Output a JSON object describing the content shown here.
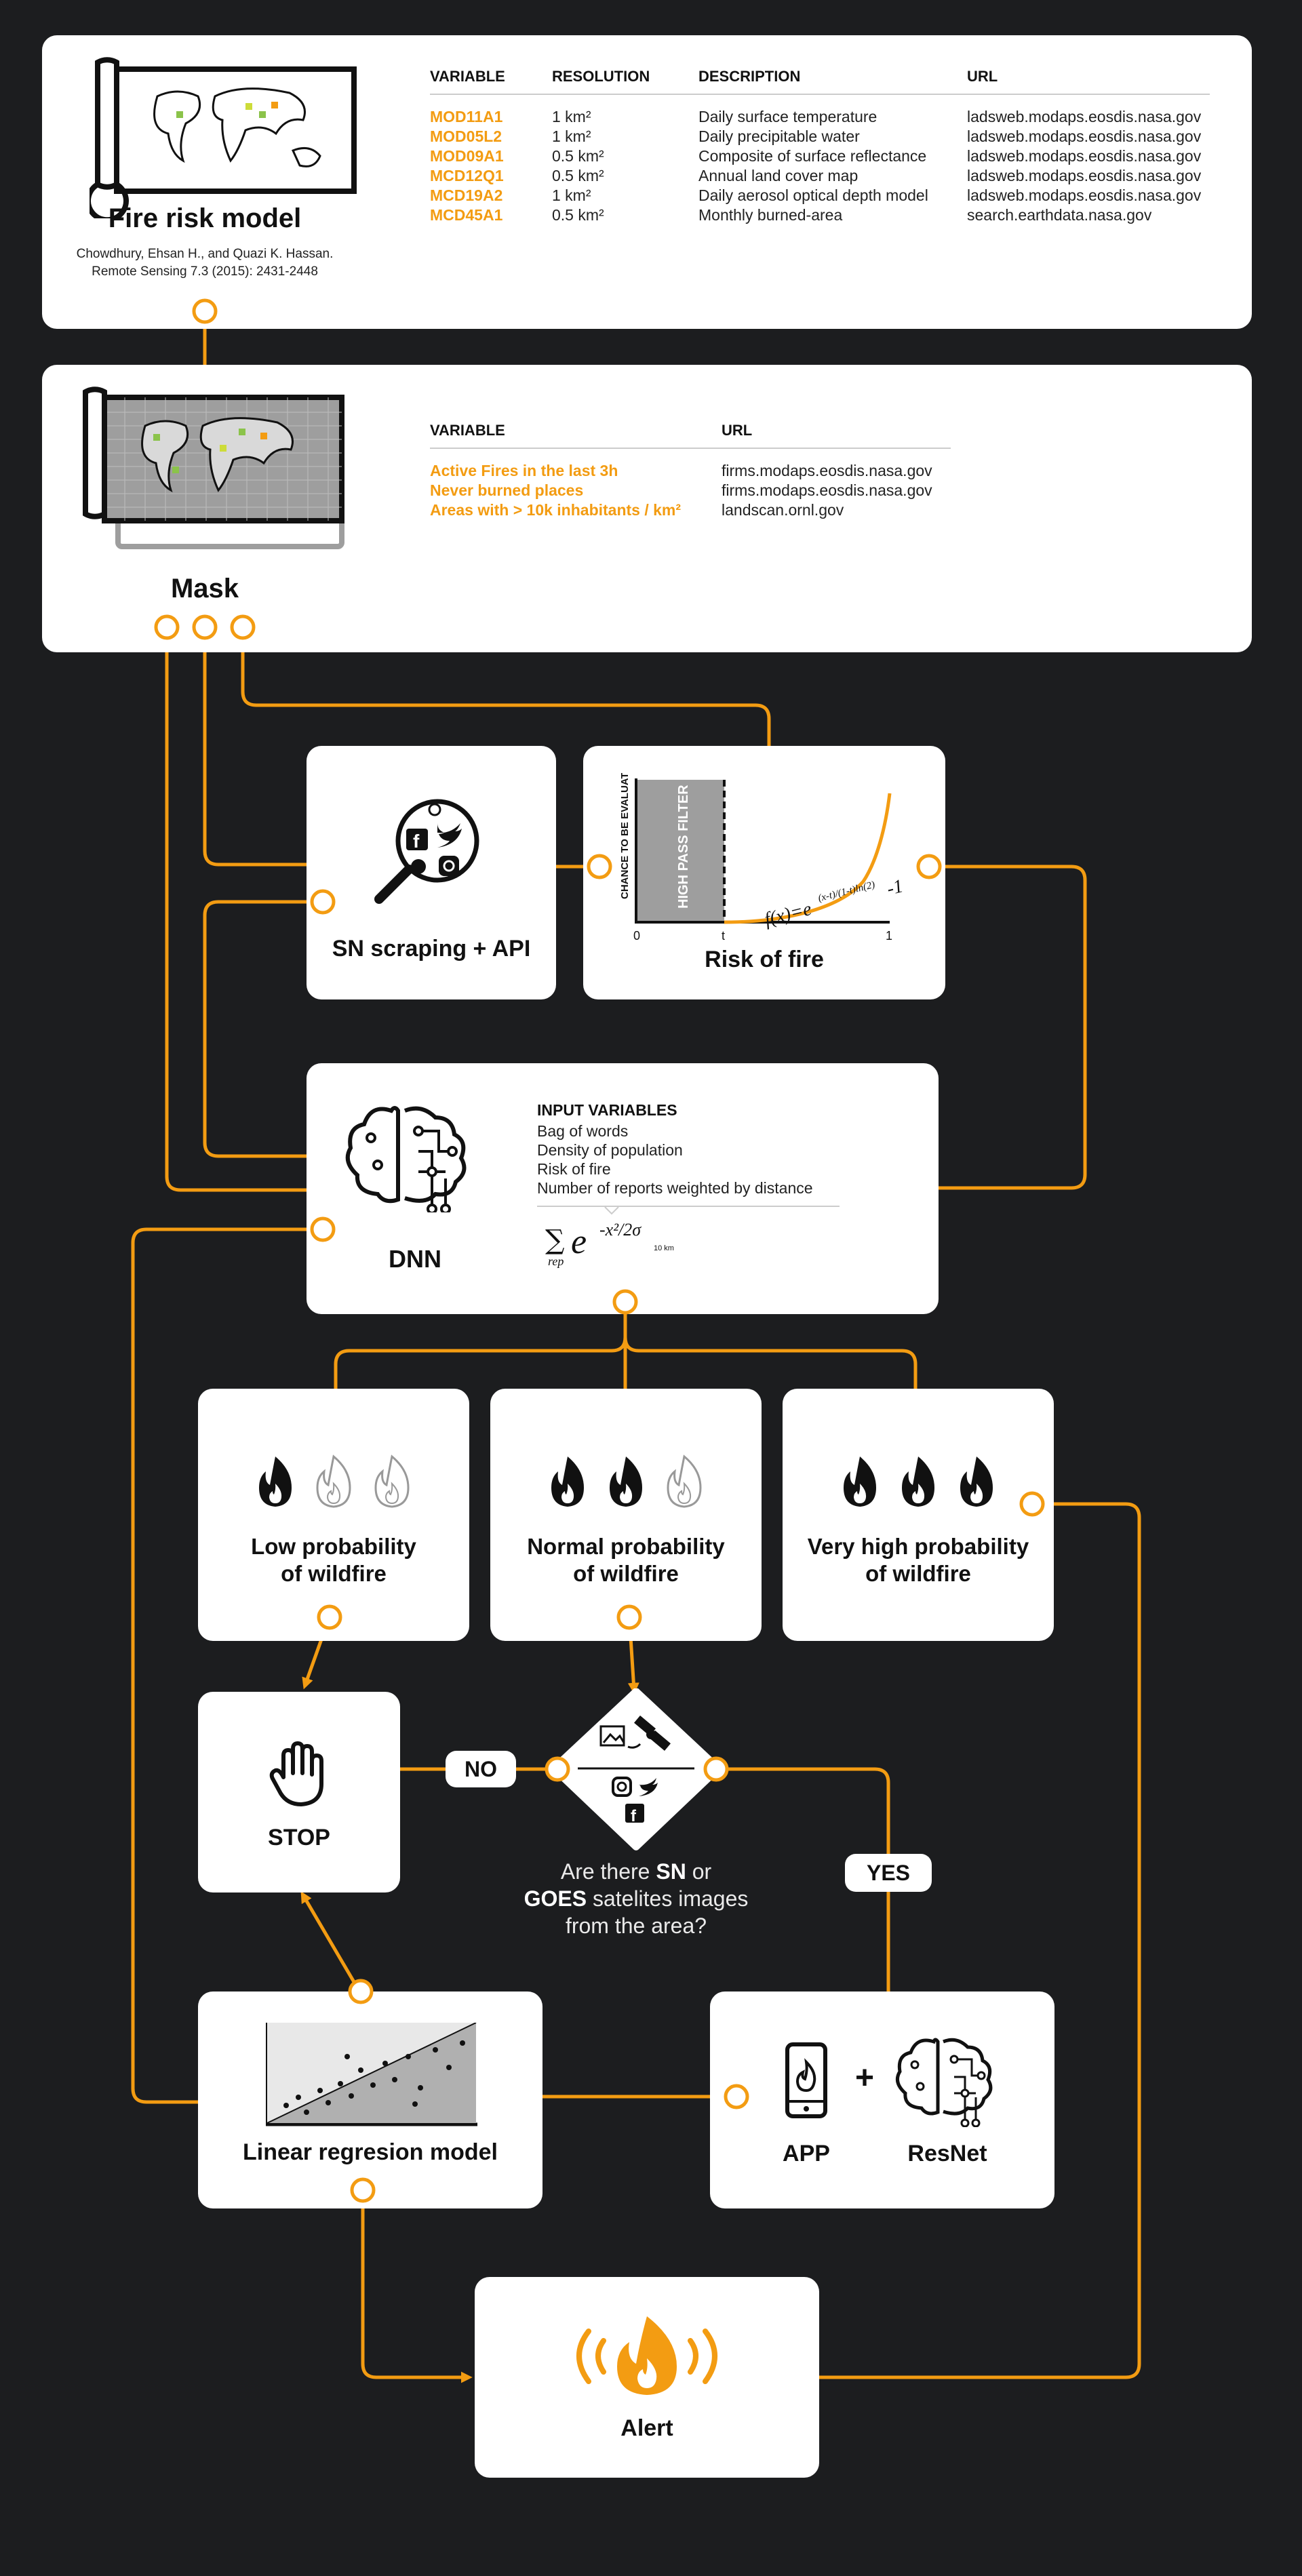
{
  "fire_risk_model": {
    "title": "Fire risk model",
    "citation_line1": "Chowdhury, Ehsan H., and Quazi K. Hassan.",
    "citation_line2": "Remote Sensing 7.3 (2015): 2431-2448",
    "headers": [
      "VARIABLE",
      "RESOLUTION",
      "DESCRIPTION",
      "URL"
    ],
    "rows": [
      {
        "variable": "MOD11A1",
        "resolution": "1 km²",
        "description": "Daily surface temperature",
        "url": "ladsweb.modaps.eosdis.nasa.gov"
      },
      {
        "variable": "MOD05L2",
        "resolution": "1 km²",
        "description": "Daily precipitable water",
        "url": "ladsweb.modaps.eosdis.nasa.gov"
      },
      {
        "variable": "MOD09A1",
        "resolution": "0.5 km²",
        "description": "Composite of surface reflectance",
        "url": "ladsweb.modaps.eosdis.nasa.gov"
      },
      {
        "variable": "MCD12Q1",
        "resolution": "0.5 km²",
        "description": "Annual land cover map",
        "url": "ladsweb.modaps.eosdis.nasa.gov"
      },
      {
        "variable": "MCD19A2",
        "resolution": "1 km²",
        "description": "Daily aerosol optical depth  model",
        "url": "ladsweb.modaps.eosdis.nasa.gov"
      },
      {
        "variable": "MCD45A1",
        "resolution": "0.5 km²",
        "description": "Monthly burned-area",
        "url": "search.earthdata.nasa.gov"
      }
    ]
  },
  "mask": {
    "title": "Mask",
    "headers": [
      "VARIABLE",
      "URL"
    ],
    "rows": [
      {
        "variable": "Active Fires in the last 3h",
        "url": "firms.modaps.eosdis.nasa.gov"
      },
      {
        "variable": "Never burned places",
        "url": "firms.modaps.eosdis.nasa.gov"
      },
      {
        "variable": "Areas with > 10k inhabitants / km²",
        "url": "landscan.ornl.gov"
      }
    ]
  },
  "sn_scraping": {
    "title": "SN scraping + API"
  },
  "risk_of_fire": {
    "title": "Risk of fire",
    "y_axis_label": "CHANCE TO BE EVALUATE",
    "band_label": "HIGH PASS FILTER",
    "tick_0": "0",
    "tick_t": "t",
    "tick_1": "1",
    "formula_base": "f(x)=e",
    "formula_exp": "(x-t)/(1-t)ln(2)",
    "formula_tail": "-1"
  },
  "dnn": {
    "title": "DNN",
    "inputs_heading": "INPUT VARIABLES",
    "inputs": [
      "Bag of words",
      "Density of population",
      "Risk of fire",
      "Number of reports weighted by distance"
    ],
    "formula_sum": "∑",
    "formula_sub": "rep",
    "formula_e": "e",
    "formula_exp": "-x²/2σ",
    "formula_sigma_sub": "10 km"
  },
  "outcomes": [
    {
      "line1": "Low probability",
      "line2": "of wildfire",
      "active_flames": 1
    },
    {
      "line1": "Normal probability",
      "line2": "of wildfire",
      "active_flames": 2
    },
    {
      "line1": "Very high probability",
      "line2": "of wildfire",
      "active_flames": 3
    }
  ],
  "stop": {
    "title": "STOP"
  },
  "decision": {
    "no_label": "NO",
    "yes_label": "YES",
    "q_line1_pre": "Are there ",
    "q_line1_bold": "SN",
    "q_line1_post": " or",
    "q_line2_bold": "GOES",
    "q_line2_post": " satelites images",
    "q_line3": "from the area?"
  },
  "linear_regression": {
    "title": "Linear regresion model"
  },
  "app_resnet": {
    "app_label": "APP",
    "plus": "+",
    "resnet_label": "ResNet"
  },
  "alert": {
    "title": "Alert"
  },
  "colors": {
    "background": "#1c1d1f",
    "accent": "#f39c12",
    "card": "#ffffff",
    "text": "#111111"
  }
}
